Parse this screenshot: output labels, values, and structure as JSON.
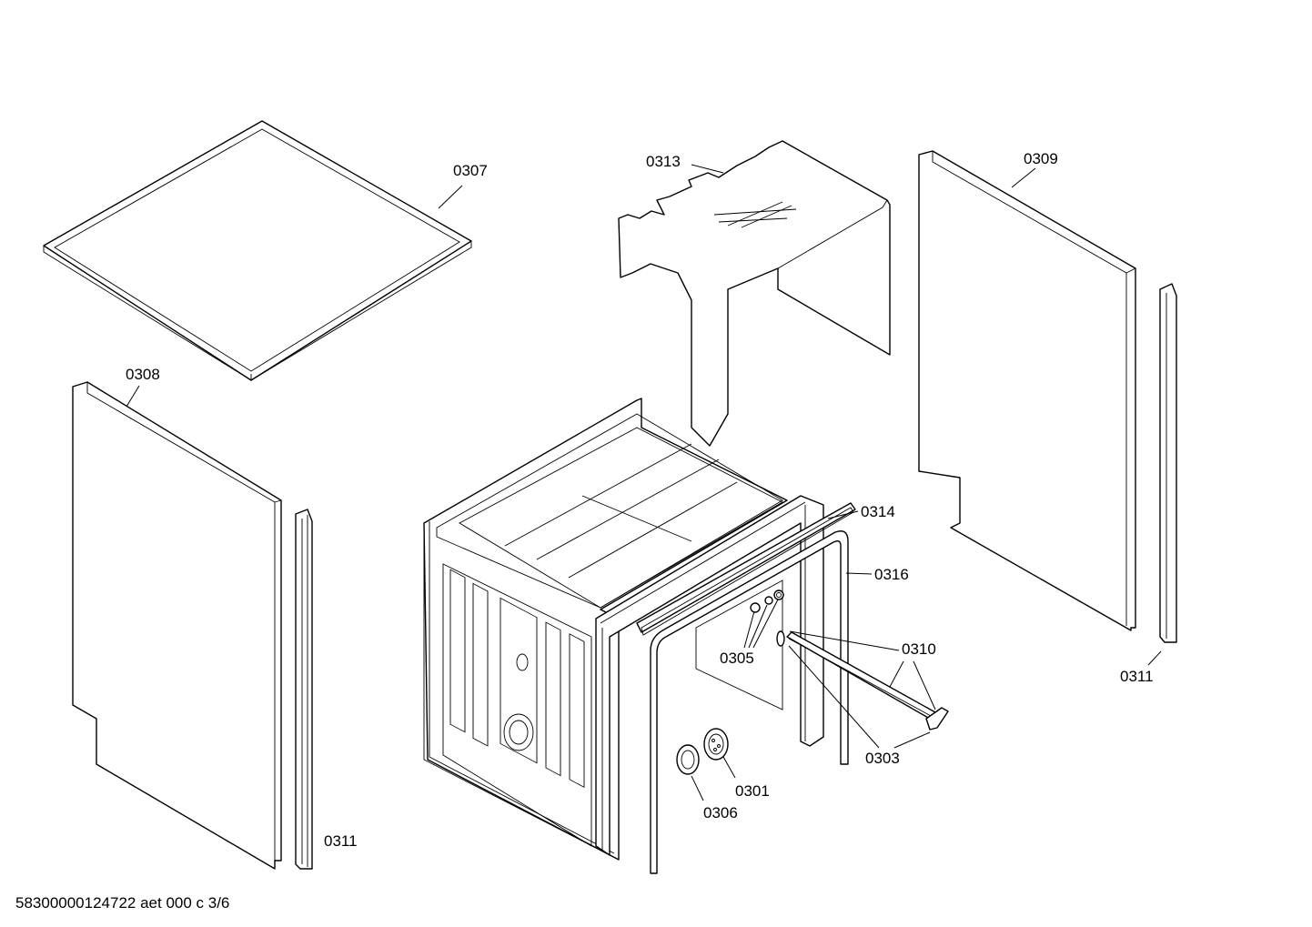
{
  "diagram": {
    "footer_code": "58300000124722 aet 000 c 3/6",
    "callouts": {
      "c0307": "0307",
      "c0313": "0313",
      "c0309": "0309",
      "c0308": "0308",
      "c0314": "0314",
      "c0316": "0316",
      "c0310": "0310",
      "c0305": "0305",
      "c0311_right": "0311",
      "c0303": "0303",
      "c0301": "0301",
      "c0306": "0306",
      "c0311_left": "0311"
    }
  }
}
